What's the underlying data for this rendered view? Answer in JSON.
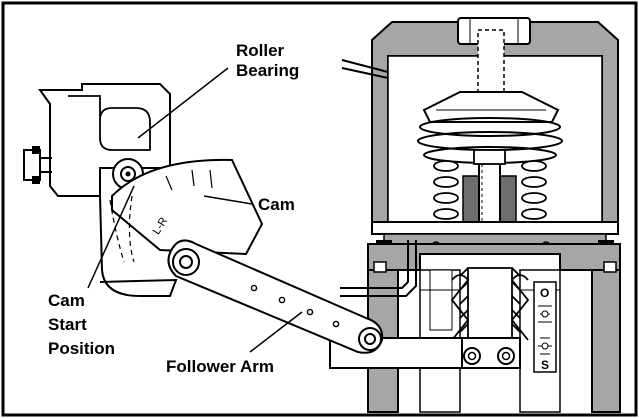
{
  "labels": {
    "roller_line1": "Roller",
    "roller_line2": "Bearing",
    "cam": "Cam",
    "cam_start_line1": "Cam",
    "cam_start_line2": "Start",
    "cam_start_line3": "Position",
    "follower_arm": "Follower Arm",
    "cam_marking": "L-R",
    "scale_top": "O",
    "scale_bottom": "S"
  },
  "colors": {
    "outline": "#000000",
    "gray": "#a6a6a6",
    "dark_gray": "#6e6e6e",
    "background": "#ffffff"
  }
}
